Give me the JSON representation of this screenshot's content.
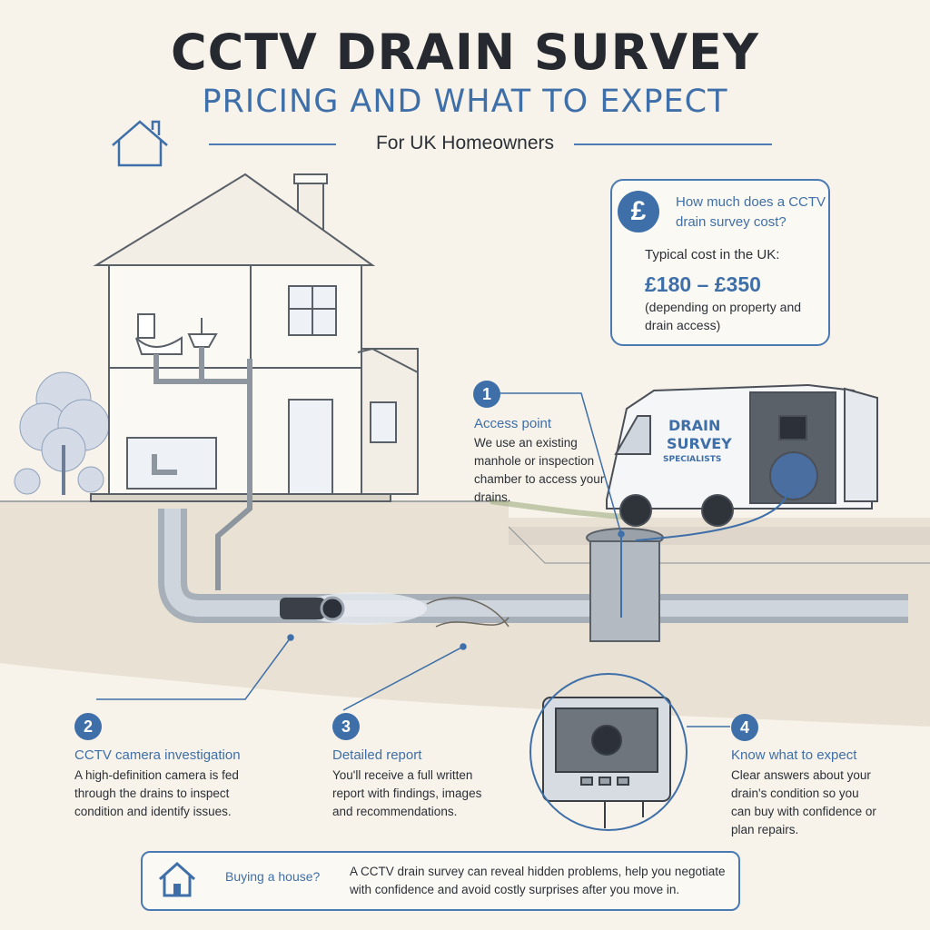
{
  "header": {
    "title": "CCTV DRAIN SURVEY",
    "subtitle": "PRICING AND WHAT TO EXPECT",
    "tagline": "For UK Homeowners"
  },
  "cost": {
    "symbol": "£",
    "question": "How much does a CCTV drain survey cost?",
    "typical_label": "Typical cost in the UK:",
    "price": "£180 – £350",
    "note": "(depending on property and drain access)"
  },
  "van": {
    "line1": "DRAIN",
    "line2": "SURVEY",
    "line3": "SPECIALISTS"
  },
  "steps": [
    {
      "number": "1",
      "title": "Access point",
      "text": "We use an existing manhole or inspection chamber to access your drains."
    },
    {
      "number": "2",
      "title": "CCTV camera investigation",
      "text": "A high-definition camera is fed through the drains to inspect condition and identify issues."
    },
    {
      "number": "3",
      "title": "Detailed report",
      "text": "You'll receive a full written report with findings, images and recommendations."
    },
    {
      "number": "4",
      "title": "Know what to expect",
      "text": "Clear answers about your drain's condition so you can buy with confidence or plan repairs."
    }
  ],
  "footer": {
    "label": "Buying a house?",
    "text": "A CCTV drain survey can reveal hidden problems, help you negotiate with confidence and avoid costly surprises after you move in."
  },
  "colors": {
    "accent": "#3f6fa8",
    "background": "#f7f3ea",
    "text": "#2b2f36",
    "ground": "#e7dfd0",
    "pipe": "#b9c0c8"
  },
  "icons": [
    "house-outline-icon",
    "pound-icon",
    "house-icon"
  ]
}
